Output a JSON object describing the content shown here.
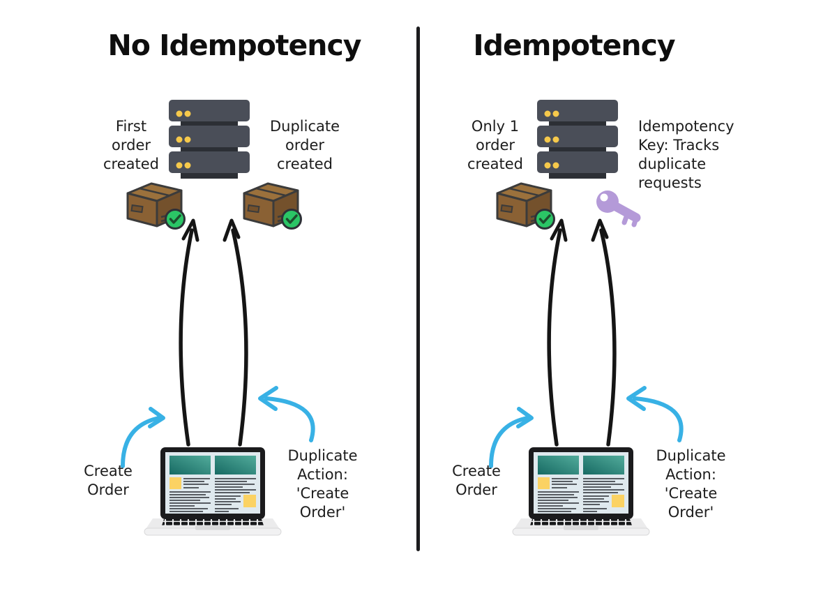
{
  "page": {
    "background": "#ffffff"
  },
  "divider": {
    "color": "#1c1c1e"
  },
  "colors": {
    "title_text": "#0e0e0e",
    "body_text": "#1c1c1c",
    "arrow_black": "#151515",
    "arrow_blue": "#38b1e5",
    "server_body": "#4a4e58",
    "server_shadow": "#2c2f35",
    "server_led_yellow": "#f6c94b",
    "package_brown": "#8a6134",
    "package_brown_dark": "#74512c",
    "package_brown_light": "#9b713c",
    "check_green": "#2bc566",
    "key_purple": "#b49ad8",
    "laptop_screen_bg": "#dfe9ee",
    "laptop_header_teal_dark": "#176a63",
    "laptop_header_teal_light": "#52ab9b",
    "sticky_yellow": "#fbd263"
  },
  "panels": [
    {
      "title": "No Idempotency",
      "server_icon": "server-stack",
      "client_icon": "laptop",
      "results": {
        "left": {
          "text": "First\norder\ncreated",
          "icon": "package-check"
        },
        "right": {
          "text": "Duplicate\norder\ncreated",
          "icon": "package-check"
        }
      },
      "actions": {
        "left": {
          "text": "Create\nOrder"
        },
        "right": {
          "text": "Duplicate\nAction:\n'Create\nOrder'"
        }
      }
    },
    {
      "title": "Idempotency",
      "server_icon": "server-stack",
      "client_icon": "laptop",
      "results": {
        "left": {
          "text": "Only 1\norder\ncreated",
          "icon": "package-check"
        },
        "right": {
          "text": "Idempotency\nKey: Tracks\nduplicate\nrequests",
          "icon": "key"
        }
      },
      "actions": {
        "left": {
          "text": "Create\nOrder"
        },
        "right": {
          "text": "Duplicate\nAction:\n'Create\nOrder'"
        }
      }
    }
  ]
}
